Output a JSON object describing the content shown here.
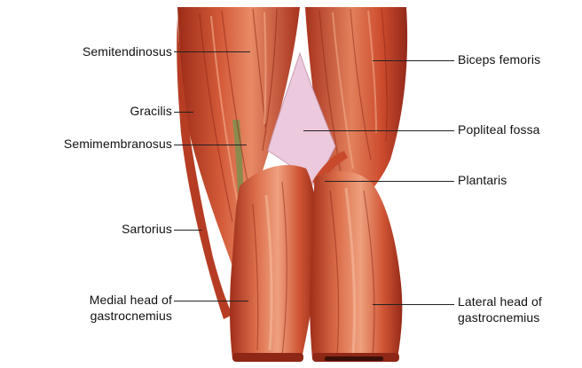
{
  "labels": {
    "semitendinosus": "Semitendinosus",
    "gracilis": "Gracilis",
    "semimembranosus": "Semimembranosus",
    "sartorius": "Sartorius",
    "medial_head_line1": "Medial head of",
    "medial_head_line2": "gastrocnemius",
    "biceps_femoris": "Biceps femoris",
    "popliteal_fossa": "Popliteal fossa",
    "plantaris": "Plantaris",
    "lateral_head_line1": "Lateral head of",
    "lateral_head_line2": "gastrocnemius"
  },
  "colors": {
    "muscle_dark": "#a8321d",
    "muscle_mid": "#c9492c",
    "muscle_light": "#e07a57",
    "fossa": "#ecc9dc",
    "gracilis_tendon": "#8c8a4e",
    "label_line": "#222222"
  }
}
